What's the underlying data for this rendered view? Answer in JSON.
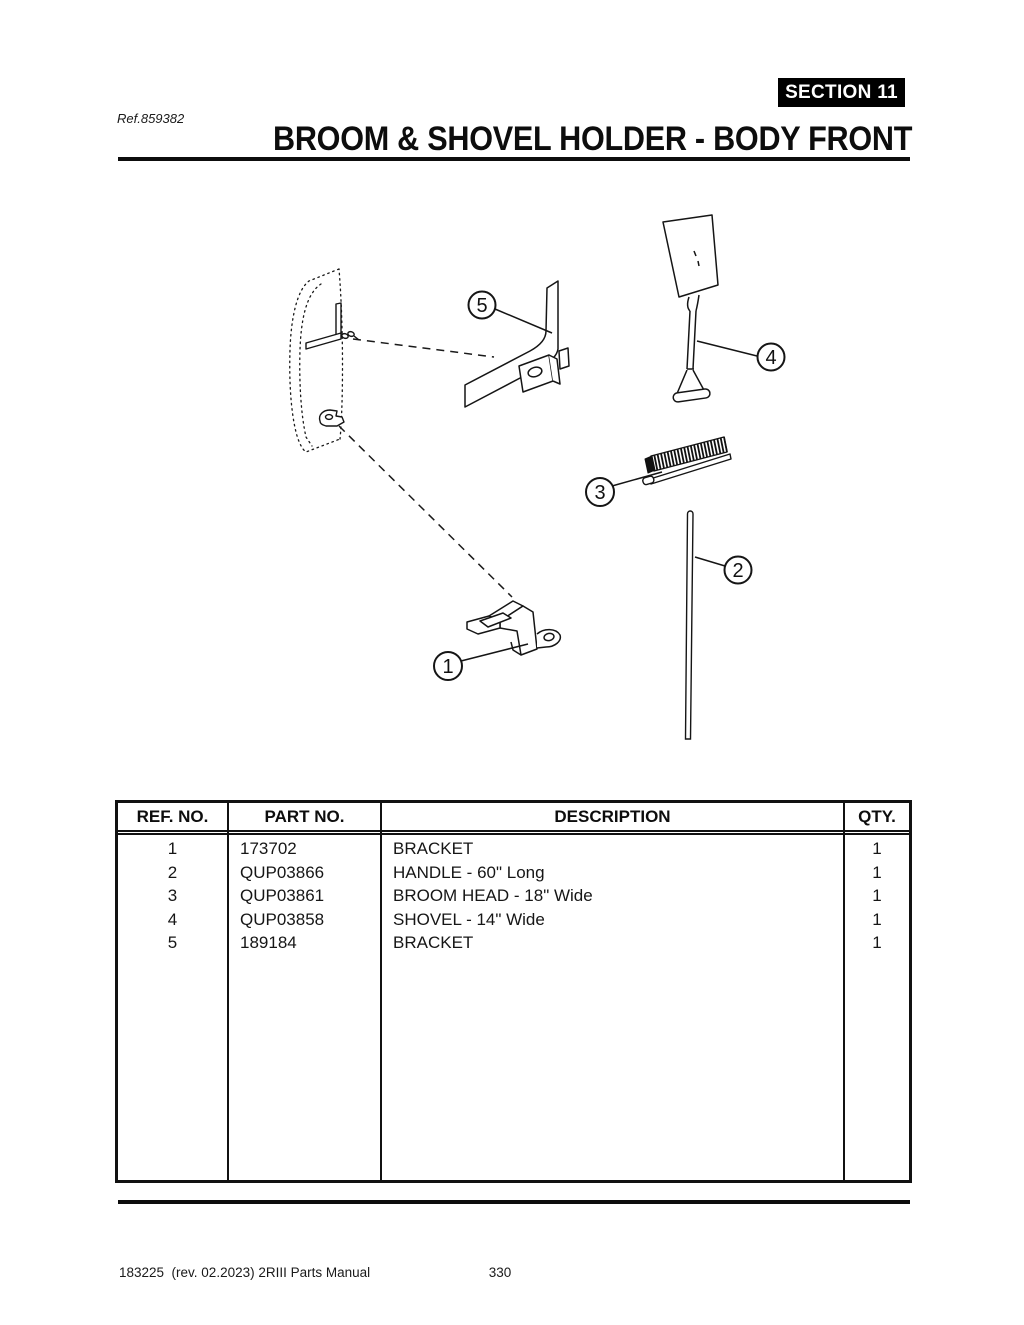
{
  "header": {
    "section_badge": "SECTION 11",
    "ref_code": "Ref.859382",
    "title": "BROOM & SHOVEL HOLDER - BODY FRONT"
  },
  "diagram": {
    "callouts": [
      "1",
      "2",
      "3",
      "4",
      "5"
    ]
  },
  "parts_table": {
    "headers": [
      "REF. NO.",
      "PART NO.",
      "DESCRIPTION",
      "QTY."
    ],
    "rows": [
      {
        "ref_no": "1",
        "part_no": "173702",
        "description": "BRACKET",
        "qty": "1"
      },
      {
        "ref_no": "2",
        "part_no": "QUP03866",
        "description": "HANDLE - 60\" Long",
        "qty": "1"
      },
      {
        "ref_no": "3",
        "part_no": "QUP03861",
        "description": "BROOM HEAD - 18\" Wide",
        "qty": "1"
      },
      {
        "ref_no": "4",
        "part_no": "QUP03858",
        "description": "SHOVEL - 14\" Wide",
        "qty": "1"
      },
      {
        "ref_no": "5",
        "part_no": "189184",
        "description": "BRACKET",
        "qty": "1"
      }
    ]
  },
  "footer": {
    "doc_info": "183225  (rev. 02.2023) 2RIII Parts Manual",
    "page_number": "330"
  }
}
